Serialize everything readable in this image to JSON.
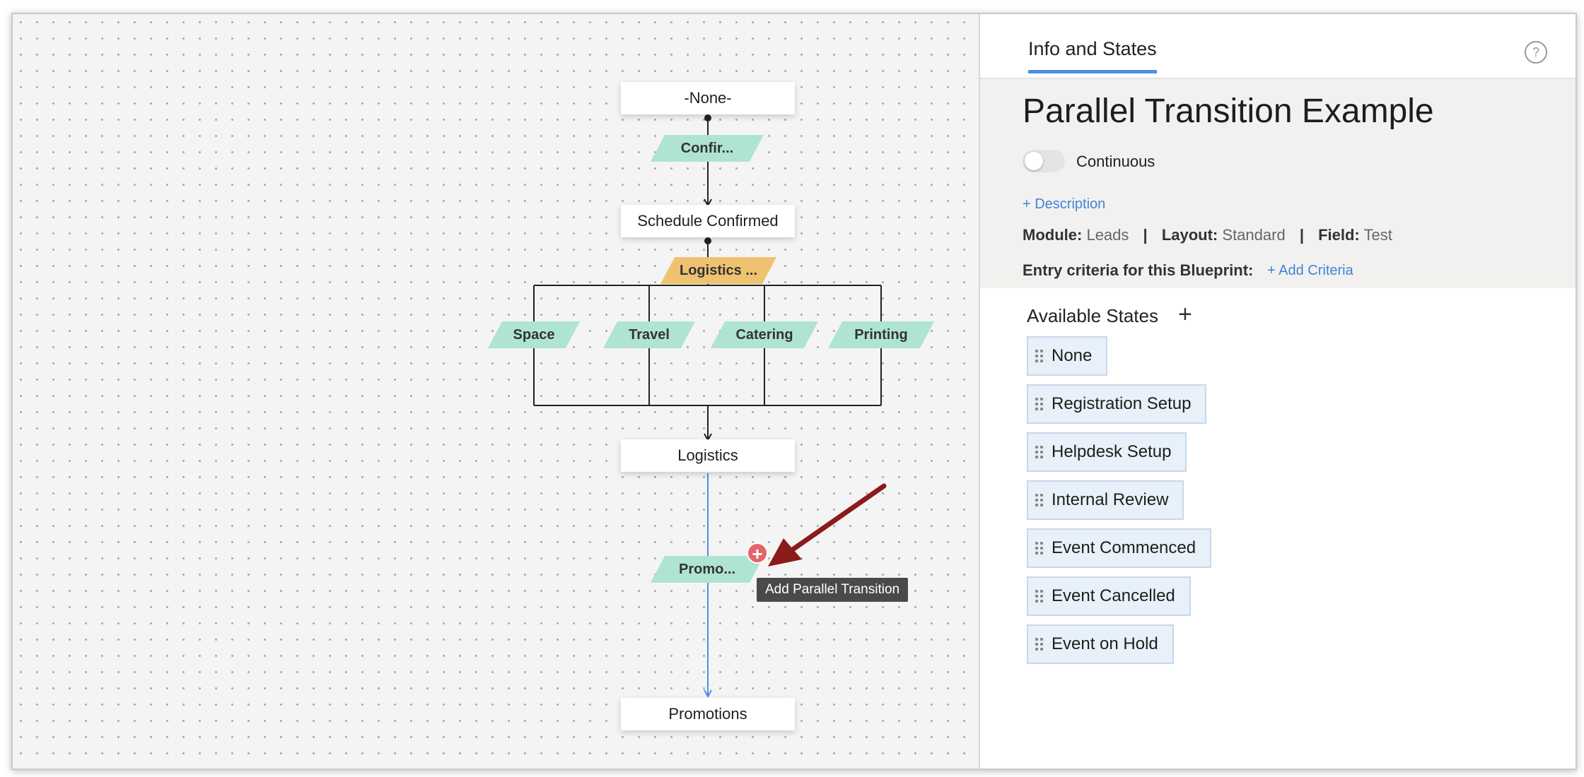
{
  "canvas": {
    "nodes": {
      "none": "-None-",
      "schedule_confirmed": "Schedule Confirmed",
      "logistics": "Logistics",
      "promotions": "Promotions"
    },
    "transitions": {
      "confirm": "Confir...",
      "logistics_parallel": "Logistics ...",
      "space": "Space",
      "travel": "Travel",
      "catering": "Catering",
      "printing": "Printing",
      "promo": "Promo..."
    },
    "add_button_icon": "plus-circle-icon",
    "tooltip": "Add Parallel Transition",
    "colors": {
      "transition": "#b0e4d2",
      "parallel_transition": "#efc271",
      "selected_line": "#4a90e2",
      "add_button": "#e2656b",
      "annotation_arrow": "#8b1a1a"
    }
  },
  "panel": {
    "tab_label": "Info and States",
    "help_icon": "?",
    "title": "Parallel Transition Example",
    "toggle_label": "Continuous",
    "toggle_on": false,
    "description_link": "+ Description",
    "meta": {
      "module_label": "Module:",
      "module_value": "Leads",
      "layout_label": "Layout:",
      "layout_value": "Standard",
      "field_label": "Field:",
      "field_value": "Test",
      "separator": "|"
    },
    "entry_label": "Entry criteria for this Blueprint:",
    "add_criteria": "+ Add Criteria",
    "available_states_title": "Available States",
    "add_state_icon": "+",
    "states": [
      "None",
      "Registration Setup",
      "Helpdesk Setup",
      "Internal Review",
      "Event Commenced",
      "Event Cancelled",
      "Event on Hold"
    ]
  }
}
